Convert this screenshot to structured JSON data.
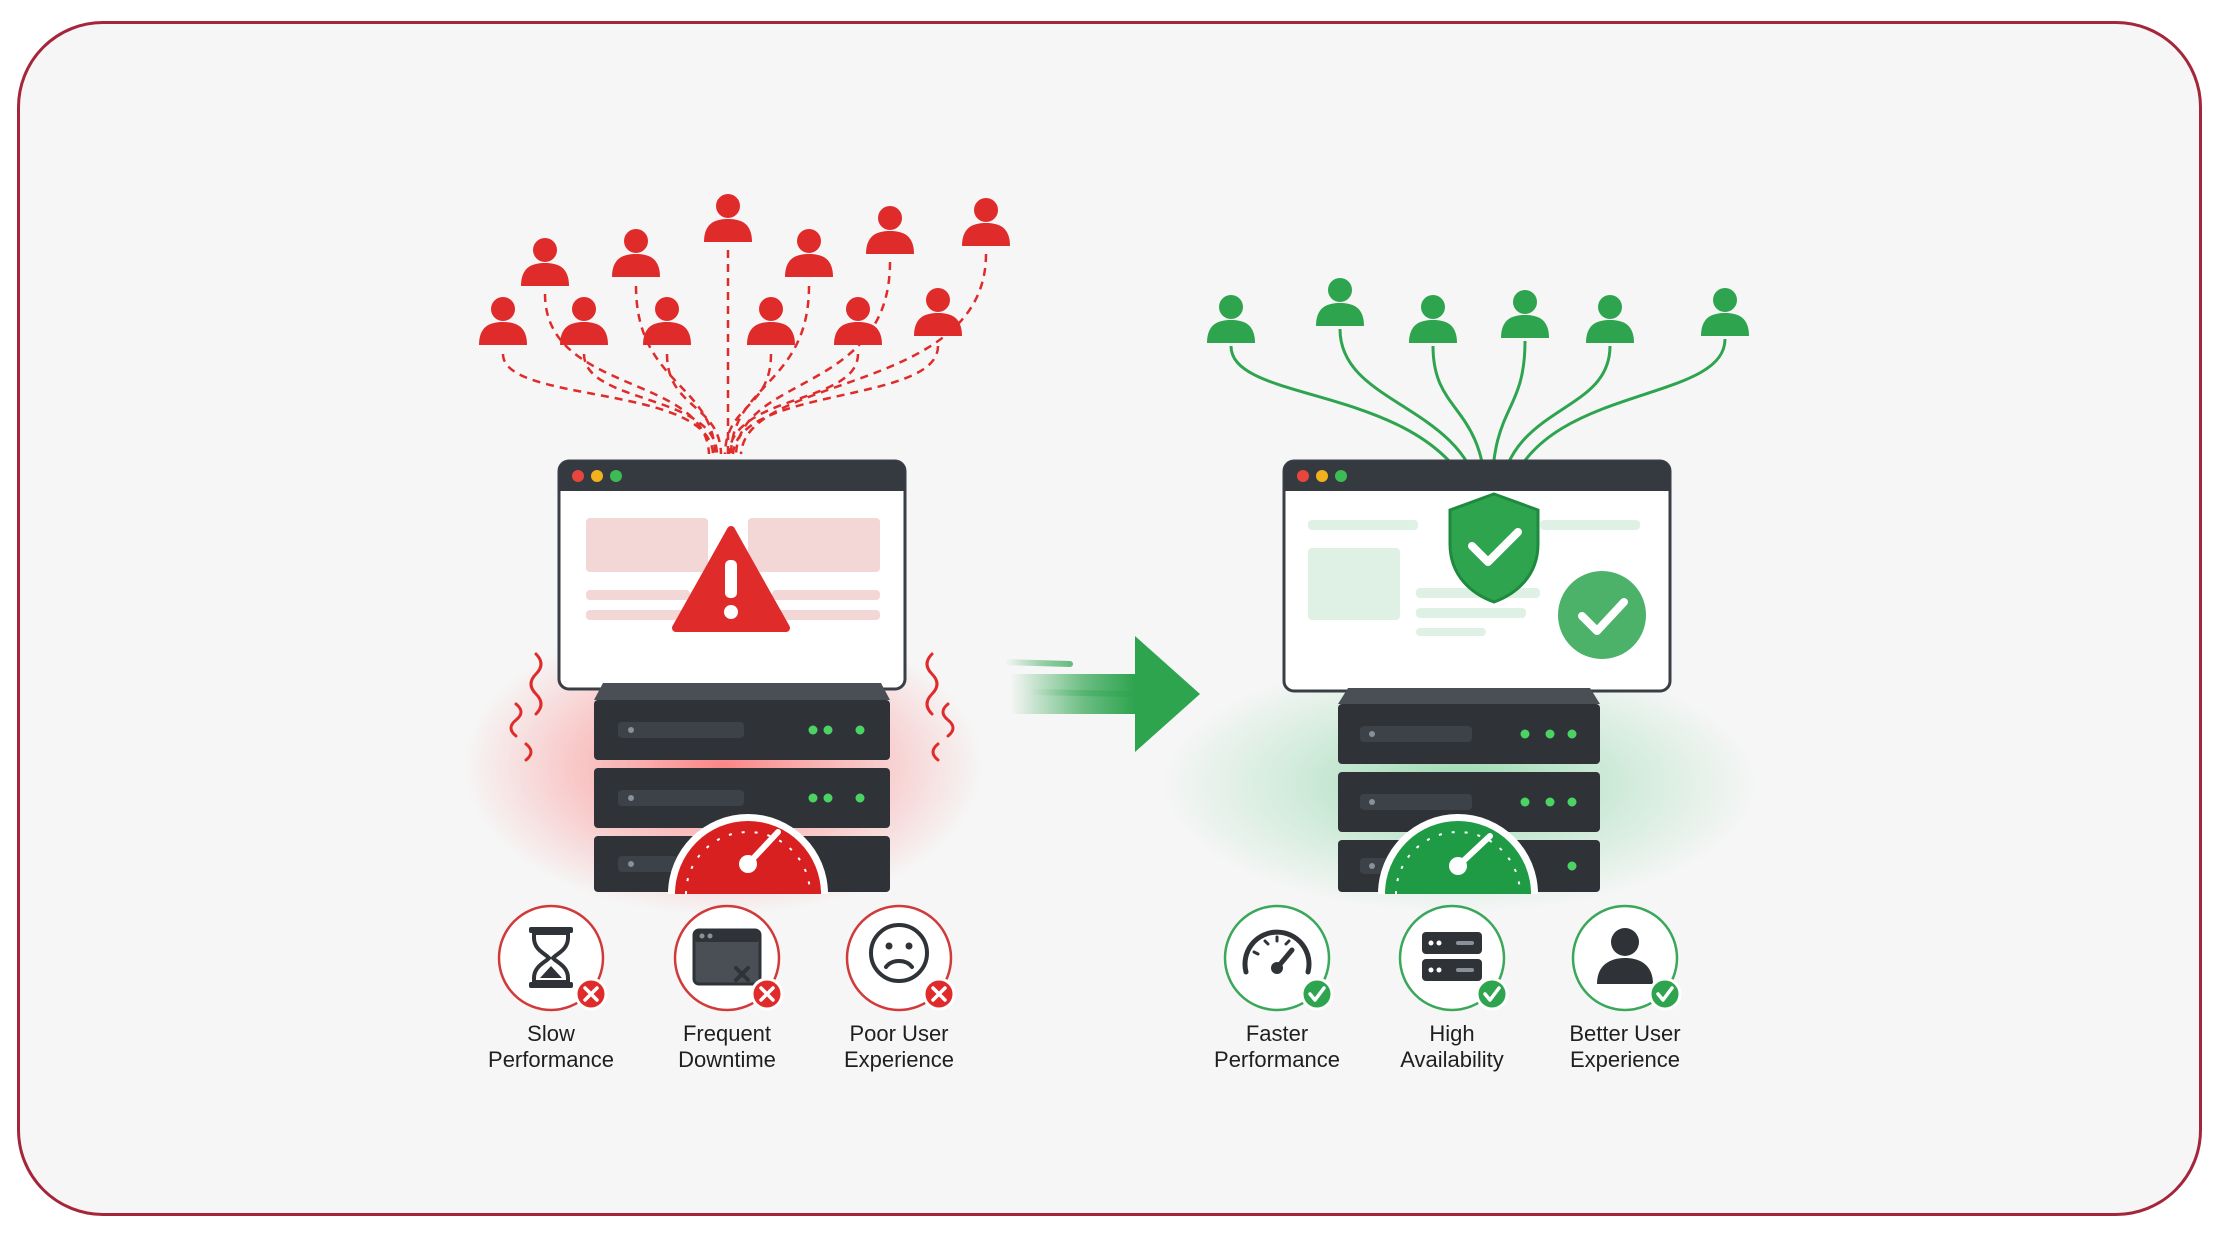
{
  "colors": {
    "frame": "#a5263a",
    "bad": "#e02b2b",
    "good": "#2ea44f",
    "server": "#2f3338",
    "text": "#1f1f1f"
  },
  "before": {
    "features": [
      {
        "line1": "Slow",
        "line2": "Performance",
        "icon": "hourglass-icon",
        "status": "x-badge-icon"
      },
      {
        "line1": "Frequent",
        "line2": "Downtime",
        "icon": "window-error-icon",
        "status": "x-badge-icon"
      },
      {
        "line1": "Poor User",
        "line2": "Experience",
        "icon": "sad-face-icon",
        "status": "x-badge-icon"
      }
    ]
  },
  "after": {
    "features": [
      {
        "line1": "Faster",
        "line2": "Performance",
        "icon": "speedometer-icon",
        "status": "check-badge-icon"
      },
      {
        "line1": "High",
        "line2": "Availability",
        "icon": "server-stack-icon",
        "status": "check-badge-icon"
      },
      {
        "line1": "Better User",
        "line2": "Experience",
        "icon": "user-icon",
        "status": "check-badge-icon"
      }
    ]
  }
}
